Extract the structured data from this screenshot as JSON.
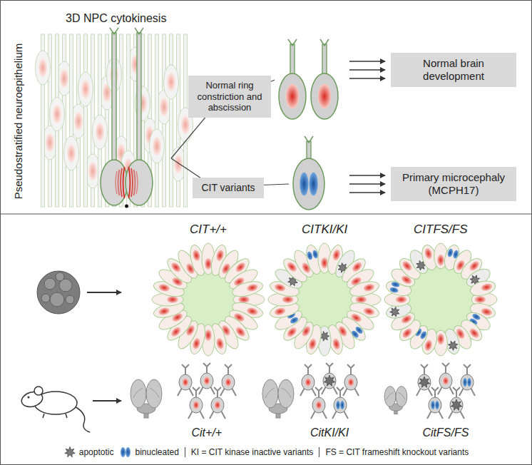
{
  "diagram": {
    "nodes": [
      {
        "text": [
          "Normal ring constriction and abscission"
        ]
      },
      {
        "text": [
          "CIT variants"
        ]
      },
      {
        "text": [
          "Normal brain development"
        ]
      },
      {
        "text": [
          "Primary microcephaly (MCPH17)"
        ]
      }
    ],
    "labels": [
      "3D NPC cytokinesis",
      "Pseudostratified neuroepithelium",
      "CIT+/+",
      "CITKI/KI",
      "CITFS/FS",
      "Cit+/+",
      "CitKI/KI",
      "CitFS/FS",
      "KI = CIT kinase inactive variants",
      "FS = CIT frameshift knockout variants"
    ],
    "legend": [
      {
        "text": "apoptotic"
      },
      {
        "text": "binucleated"
      }
    ]
  }
}
